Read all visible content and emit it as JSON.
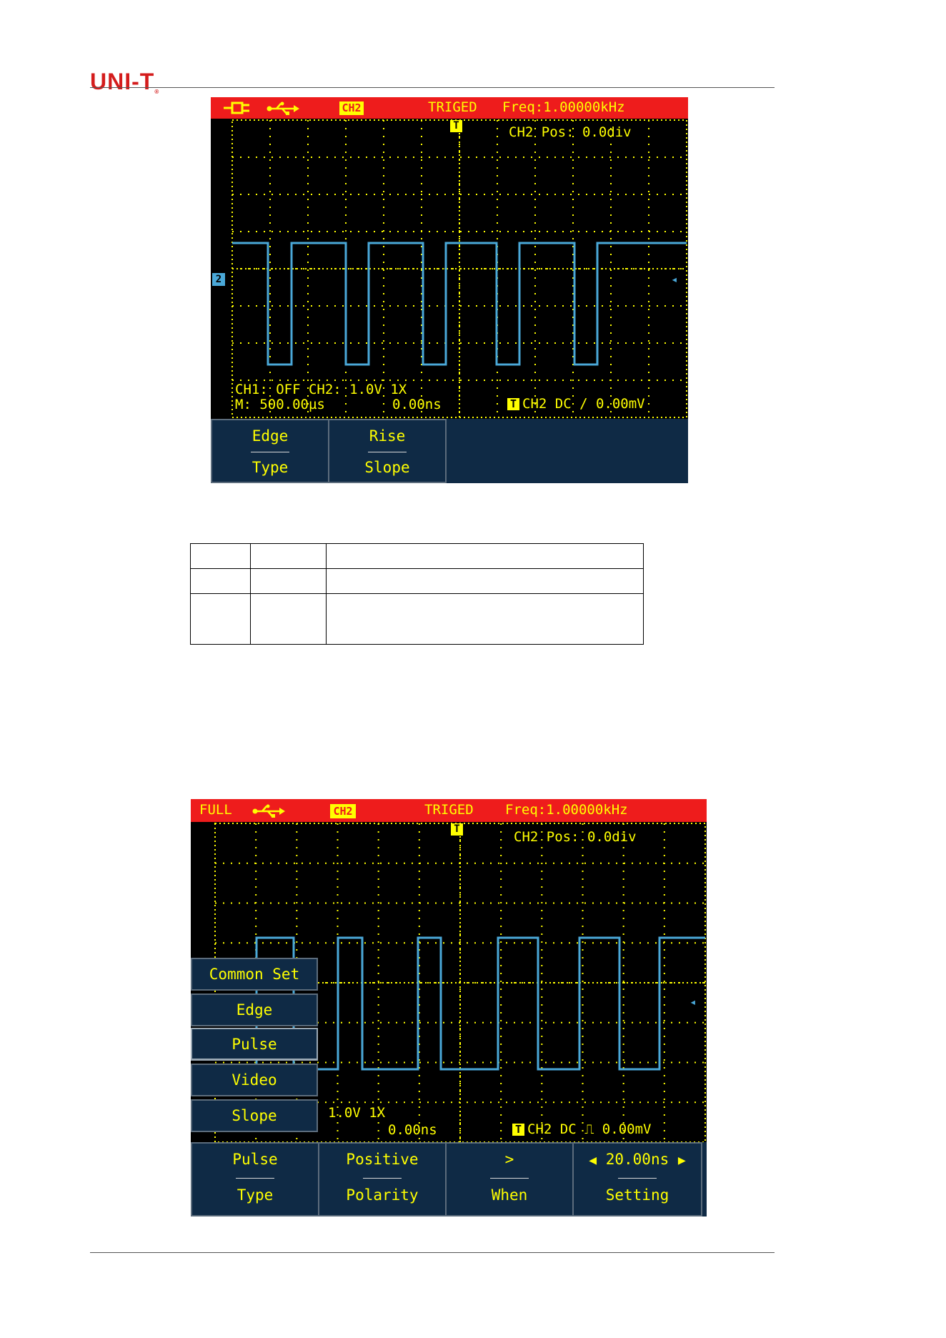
{
  "header": {
    "logo_text": "UNI-T",
    "logo_mark": "®"
  },
  "screen1": {
    "status": {
      "icon_left": "plug-icon",
      "icon_usb": "usb-icon",
      "channel": "CH2",
      "trigger_state": "TRIGED",
      "frequency": "Freq:1.00000kHz"
    },
    "trigger_marker": "T",
    "position_readout": "CH2 Pos: 0.0div",
    "channel_marker": "2",
    "ch_info": "CH1: OFF CH2: 1.0V  1X",
    "timebase": "M: 500.00µs",
    "time_offset": "0.00ns",
    "trigger_info": "CH2 DC ∕ 0.00mV",
    "trigger_tag": "T",
    "softkeys": [
      {
        "value": "Edge",
        "label": "Type"
      },
      {
        "value": "Rise",
        "label": "Slope"
      }
    ]
  },
  "table": {
    "rows": 3,
    "cols": 3
  },
  "screen2": {
    "status": {
      "mode": "FULL",
      "icon_usb": "usb-icon",
      "channel": "CH2",
      "trigger_state": "TRIGED",
      "frequency": "Freq:1.00000kHz"
    },
    "trigger_marker": "T",
    "position_readout": "CH2 Pos: 0.0div",
    "ch_info": "1.0V  1X",
    "time_offset": "0.00ns",
    "trigger_info": "CH2 DC ⎍ 0.00mV",
    "trigger_tag": "T",
    "popup_menu": [
      "Common Set",
      "Edge",
      "Pulse",
      "Video",
      "Slope"
    ],
    "popup_selected": "Pulse",
    "softkeys": [
      {
        "value": "Pulse",
        "label": "Type"
      },
      {
        "value": "Positive",
        "label": "Polarity"
      },
      {
        "value": ">",
        "label": "When"
      },
      {
        "value": "20.00ns",
        "label": "Setting"
      }
    ]
  },
  "colors": {
    "status_bar": "#ee1c1c",
    "text": "#ffff00",
    "waveform": "#4aa8d8",
    "softkey_bg": "#0f2a45",
    "screen_bg": "#000000"
  }
}
